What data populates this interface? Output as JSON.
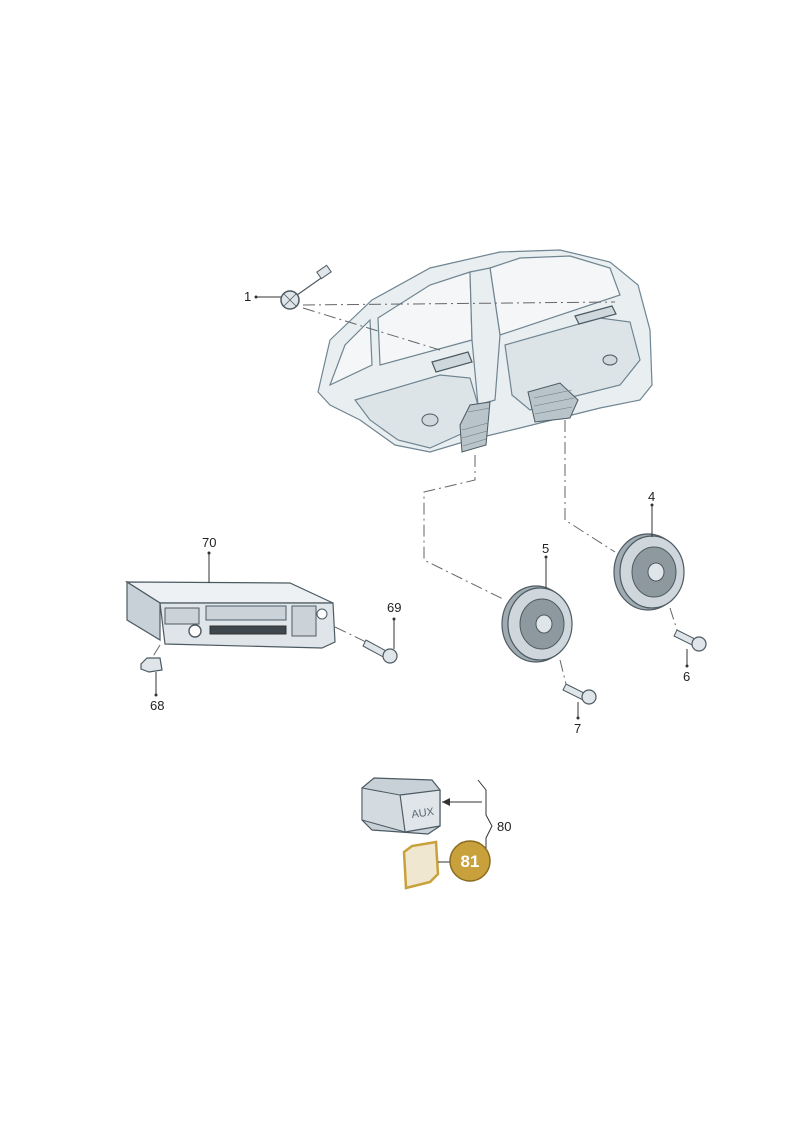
{
  "callouts": {
    "p1": "1",
    "p4": "4",
    "p5": "5",
    "p6": "6",
    "p7": "7",
    "p68": "68",
    "p69": "69",
    "p70": "70",
    "p80": "80",
    "p81": "81"
  },
  "aux_label": "AUX",
  "colors": {
    "highlight": "#c9a13c",
    "highlight_stroke": "#8a6d1f",
    "part_fill": "#dfe5e9",
    "part_stroke": "#4c5a62"
  }
}
